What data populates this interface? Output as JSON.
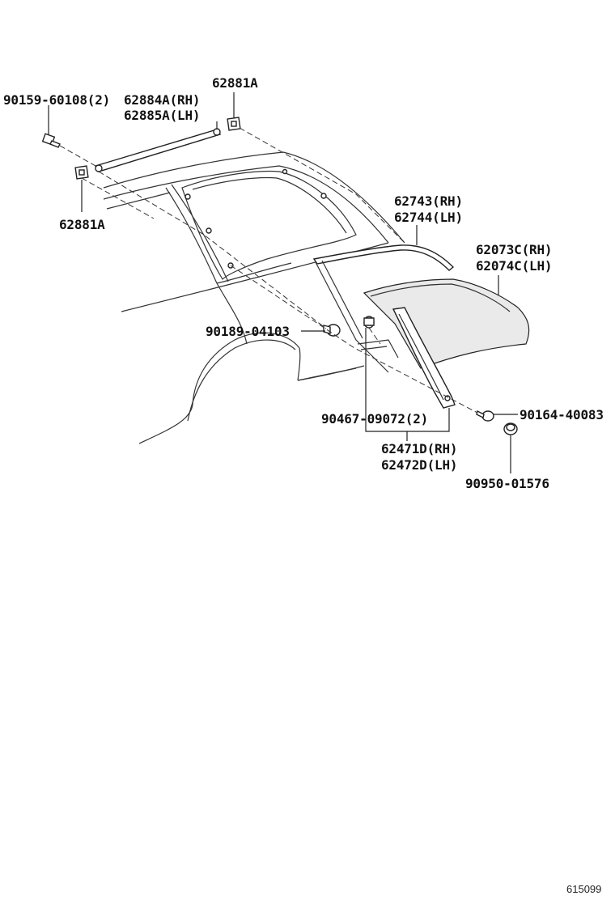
{
  "labels": {
    "p62881a_top": "62881A",
    "p90159": "90159-60108(2)",
    "p62884a": "62884A(RH)",
    "p62885a": "62885A(LH)",
    "p62881a_bottom": "62881A",
    "p62743": "62743(RH)",
    "p62744": "62744(LH)",
    "p62073c": "62073C(RH)",
    "p62074c": "62074C(LH)",
    "p90189": "90189-04103",
    "p90467": "90467-09072(2)",
    "p90164": "90164-40083",
    "p62471d": "62471D(RH)",
    "p62472d": "62472D(LH)",
    "p90950": "90950-01576"
  },
  "figure_number": "615099"
}
